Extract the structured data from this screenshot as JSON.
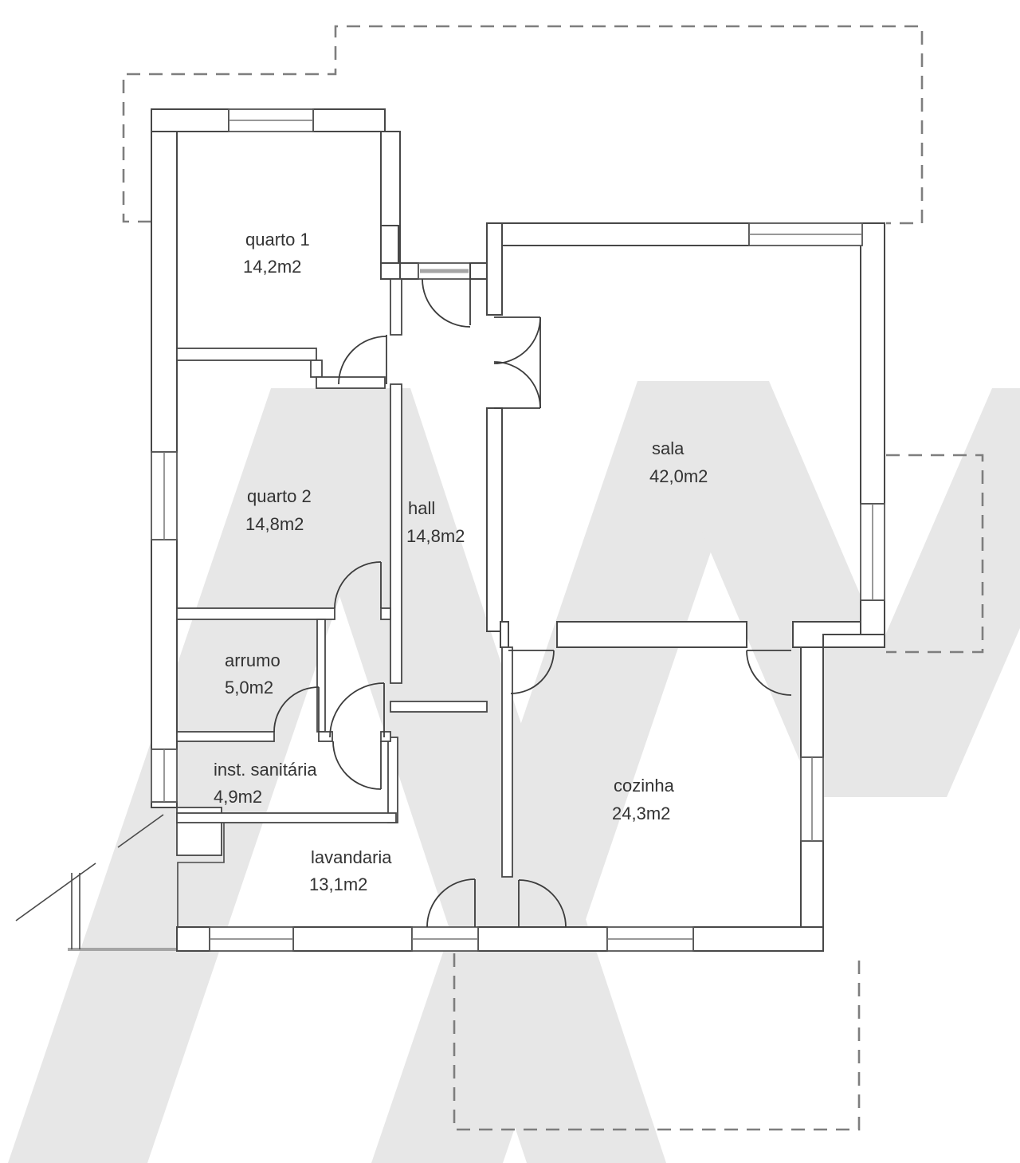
{
  "floorplan": {
    "rooms": [
      {
        "name": "quarto 1",
        "area": "14,2m2"
      },
      {
        "name": "quarto 2",
        "area": "14,8m2"
      },
      {
        "name": "hall",
        "area": "14,8m2"
      },
      {
        "name": "sala",
        "area": "42,0m2"
      },
      {
        "name": "arrumo",
        "area": "5,0m2"
      },
      {
        "name": "inst. sanitária",
        "area": "4,9m2"
      },
      {
        "name": "lavandaria",
        "area": "13,1m2"
      },
      {
        "name": "cozinha",
        "area": "24,3m2"
      }
    ],
    "colors": {
      "wall_line": "#474747",
      "dashed_outline": "#7e7e7e",
      "watermark": "#e7e7e7",
      "text": "#333333",
      "background": "#ffffff"
    }
  }
}
